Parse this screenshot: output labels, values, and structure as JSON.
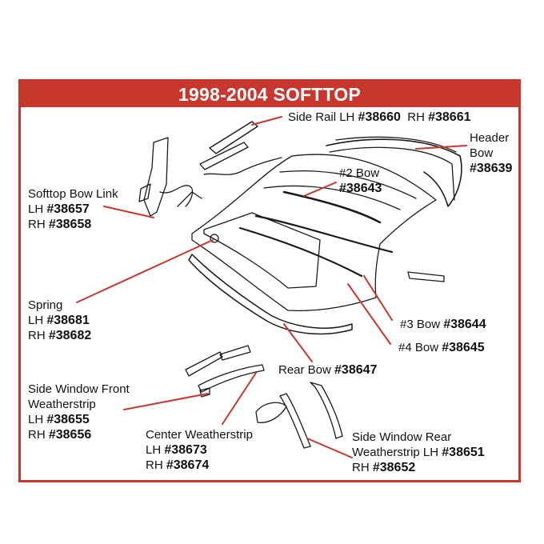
{
  "title": "1998-2004 SOFTTOP",
  "colors": {
    "accent": "#c8372d",
    "line": "#1a1a1a"
  },
  "labels": {
    "side_rail": {
      "prefix": "Side Rail LH ",
      "lh": "#38660",
      "mid": "  RH ",
      "rh": "#38661"
    },
    "header_bow": {
      "line1": "Header",
      "line2": "Bow",
      "pn": "#38639"
    },
    "bow2": {
      "line1": "#2 Bow",
      "pn": "#38643"
    },
    "bow_link": {
      "line1": "Softtop Bow Link",
      "lh_prefix": "LH ",
      "lh": "#38657",
      "rh_prefix": "RH ",
      "rh": "#38658"
    },
    "spring": {
      "line1": "Spring",
      "lh_prefix": "LH ",
      "lh": "#38681",
      "rh_prefix": "RH ",
      "rh": "#38682"
    },
    "bow3": {
      "prefix": "#3 Bow ",
      "pn": "#38644"
    },
    "bow4": {
      "prefix": "#4 Bow ",
      "pn": "#38645"
    },
    "rear_bow": {
      "prefix": "Rear Bow ",
      "pn": "#38647"
    },
    "swf": {
      "line1": "Side Window Front",
      "line2": "Weatherstrip",
      "lh_prefix": "LH ",
      "lh": "#38655",
      "rh_prefix": "RH ",
      "rh": "#38656"
    },
    "center_ws": {
      "line1": "Center Weatherstrip",
      "lh_prefix": "LH ",
      "lh": "#38673",
      "rh_prefix": "RH ",
      "rh": "#38674"
    },
    "swr": {
      "line1": "Side Window Rear",
      "line2_prefix": "Weatherstrip LH ",
      "lh": "#38651",
      "rh_prefix": "RH ",
      "rh": "#38652"
    }
  }
}
